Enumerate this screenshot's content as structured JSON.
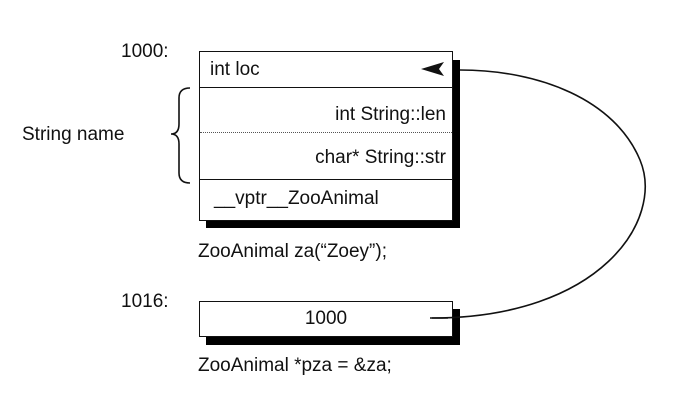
{
  "diagram": {
    "address_top": "1000:",
    "address_bottom": "1016:",
    "brace_label": "String name",
    "fields": {
      "loc": "int loc",
      "len": "int String::len",
      "str": "char* String::str",
      "vptr": "__vptr__ZooAnimal"
    },
    "pointer_value": "1000",
    "caption_object": "ZooAnimal za(“Zoey”);",
    "caption_pointer": "ZooAnimal *pza = &za;"
  }
}
